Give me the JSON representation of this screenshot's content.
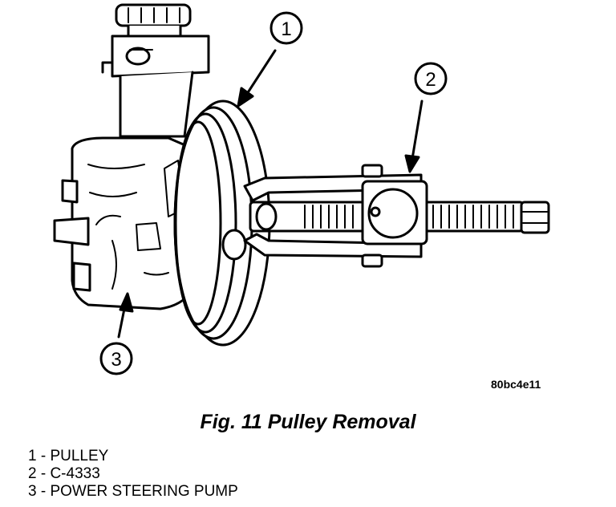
{
  "figure": {
    "image_code": "80bc4e11",
    "caption": "Fig. 11 Pulley Removal",
    "callouts": [
      "1",
      "2",
      "3"
    ],
    "legend": [
      "1 - PULLEY",
      "2 - C-4333",
      "3 - POWER STEERING PUMP"
    ]
  }
}
